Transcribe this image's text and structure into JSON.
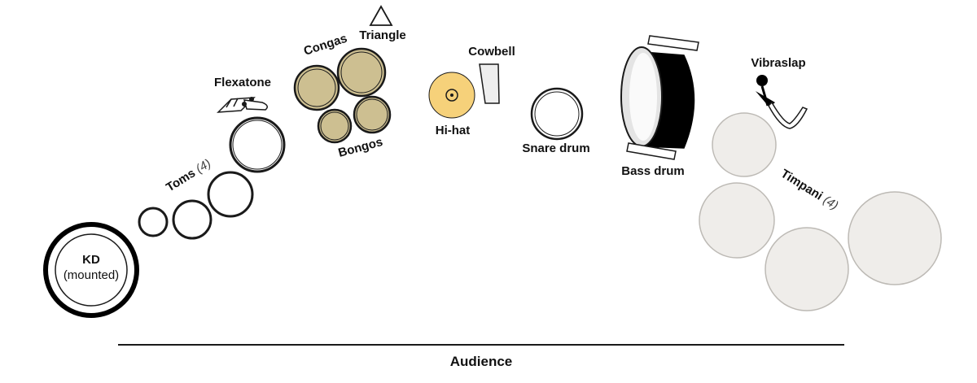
{
  "diagram": {
    "colors": {
      "outline": "#1a1a1a",
      "conga_fill": "#cdbf91",
      "hihat_fill": "#f6d17a",
      "timpani_fill": "#efedea",
      "timpani_stroke": "#bdbab5",
      "bass_drum_fill": "#000000"
    },
    "labels": {
      "kd": "KD",
      "kd_sub": "(mounted)",
      "toms": "Toms",
      "toms_count": "(4)",
      "flexatone": "Flexatone",
      "congas": "Congas",
      "triangle": "Triangle",
      "bongos": "Bongos",
      "hihat": "Hi-hat",
      "cowbell": "Cowbell",
      "snare": "Snare drum",
      "bass_drum": "Bass drum",
      "vibraslap": "Vibraslap",
      "timpani": "Timpani",
      "timpani_count": "(4)",
      "audience": "Audience"
    }
  }
}
